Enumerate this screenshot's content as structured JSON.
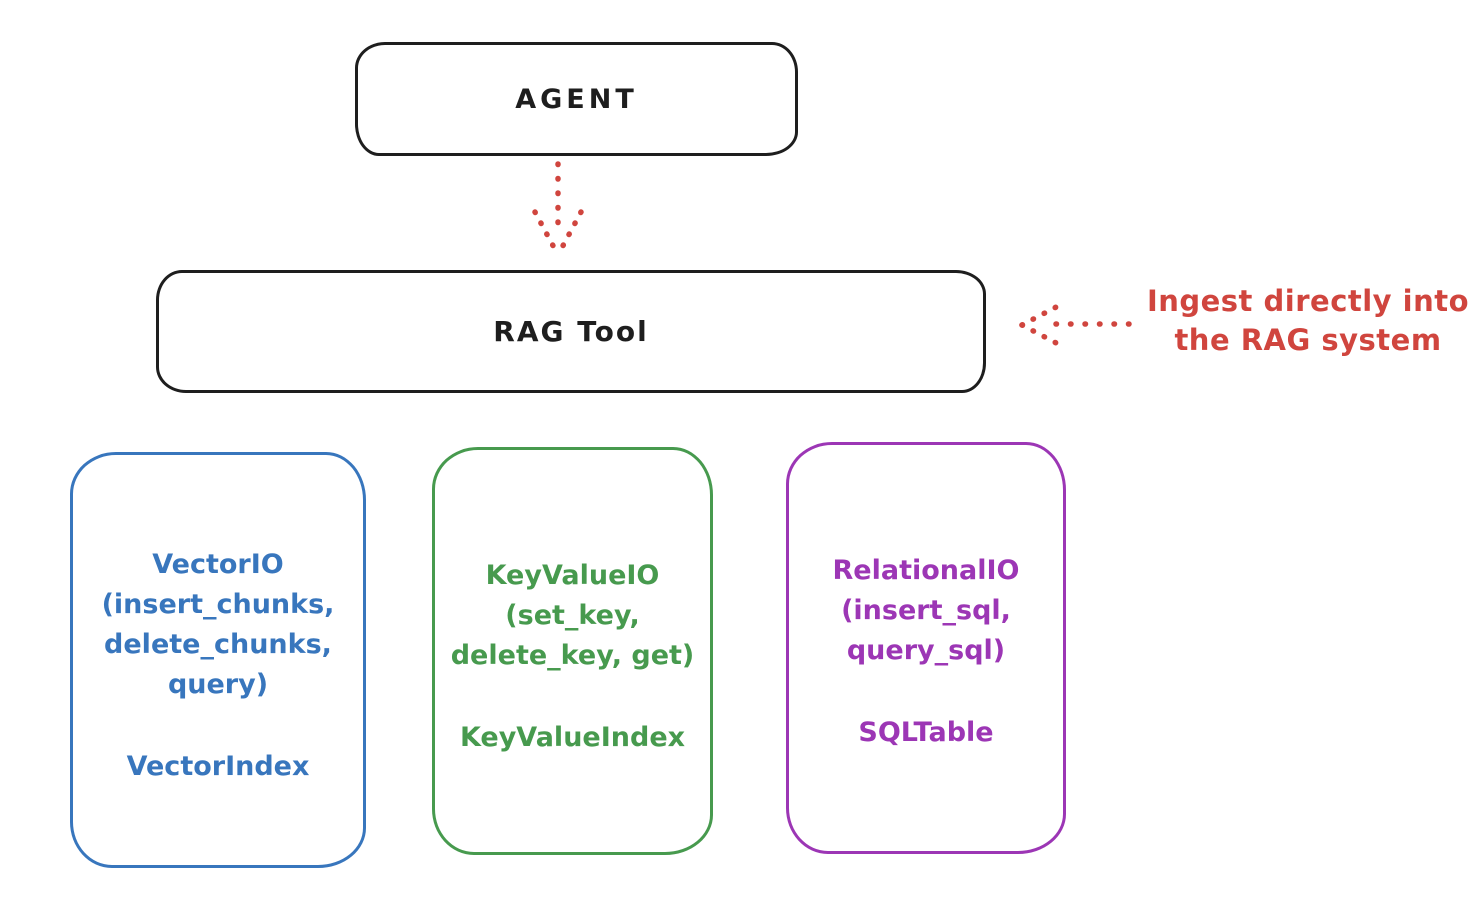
{
  "diagram": {
    "agent": {
      "label": "AGENT"
    },
    "rag_tool": {
      "label": "RAG Tool"
    },
    "annotation": {
      "line1": "Ingest directly into",
      "line2": "the RAG system"
    },
    "arrows": [
      {
        "name": "agent-to-rag-tool",
        "style": "dotted",
        "direction": "down"
      },
      {
        "name": "ingest-into-rag-tool",
        "style": "dotted",
        "direction": "left"
      }
    ],
    "io_boxes": [
      {
        "name": "VectorIO",
        "color": "#3876bd",
        "lines": [
          "VectorIO",
          "(insert_chunks,",
          "delete_chunks,",
          "query)"
        ],
        "index_label": "VectorIndex"
      },
      {
        "name": "KeyValueIO",
        "color": "#479a4e",
        "lines": [
          "KeyValueIO",
          "(set_key,",
          "delete_key, get)"
        ],
        "index_label": "KeyValueIndex"
      },
      {
        "name": "RelationalIO",
        "color": "#9c36b5",
        "lines": [
          "RelationalIO",
          "(insert_sql,",
          "query_sql)"
        ],
        "index_label": "SQLTable"
      }
    ],
    "colors": {
      "stroke": "#1e1e1e",
      "red": "#d0453e",
      "blue": "#3876bd",
      "green": "#479a4e",
      "purple": "#9c36b5"
    }
  }
}
